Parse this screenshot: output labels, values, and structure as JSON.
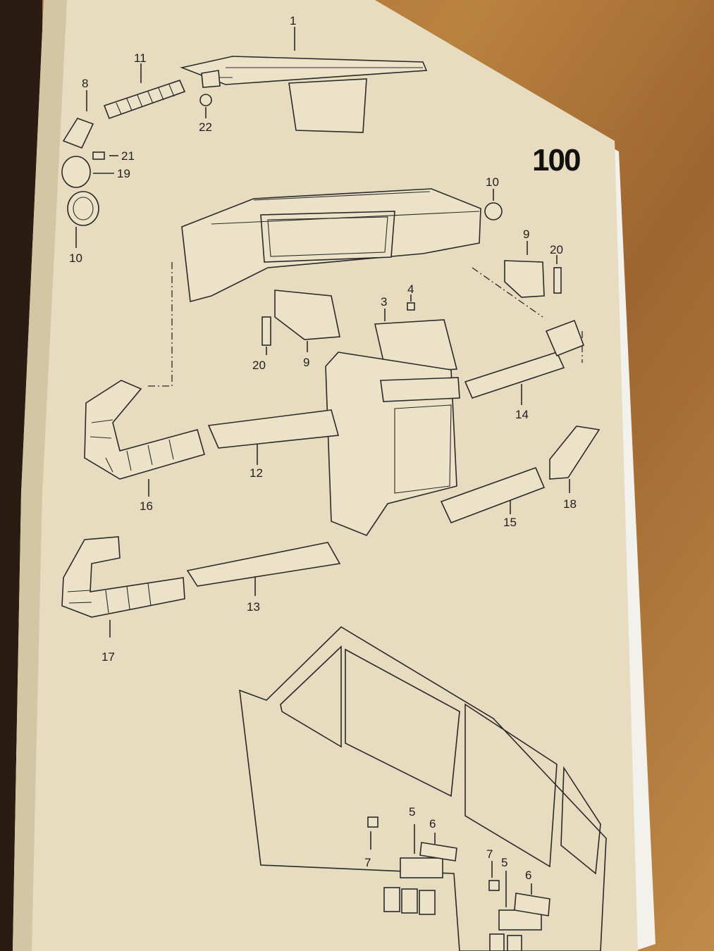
{
  "page_number": "100",
  "part_labels": [
    "1",
    "11",
    "8",
    "22",
    "21",
    "19",
    "10",
    "10",
    "9",
    "20",
    "4",
    "3",
    "20",
    "9",
    "14",
    "16",
    "12",
    "18",
    "15",
    "13",
    "17",
    "7",
    "5",
    "6",
    "7",
    "5",
    "6"
  ]
}
